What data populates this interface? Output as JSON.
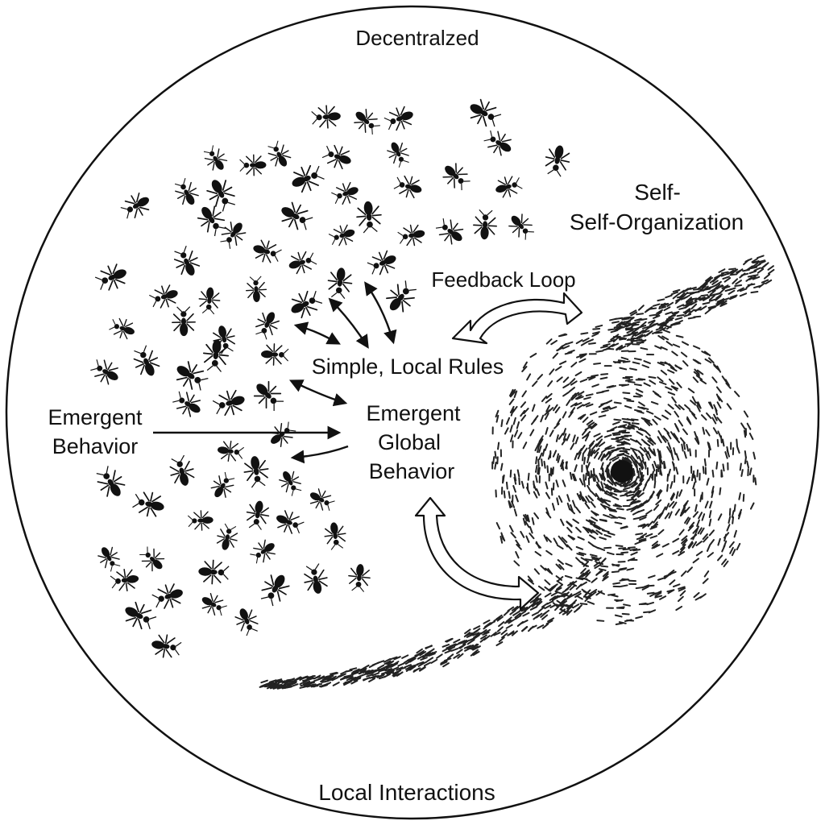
{
  "diagram": {
    "labels": {
      "top": "Decentralzed",
      "bottom": "Local Interactions",
      "self_short": "Self-",
      "self_org": "Self-Organization",
      "feedback": "Feedback Loop",
      "rules": "Simple, Local Rules",
      "emergent_global_1": "Emergent",
      "emergent_global_2": "Global",
      "emergent_global_3": "Behavior",
      "emergent_left_1": "Emergent",
      "emergent_left_2": "Behavior"
    },
    "colors": {
      "ink": "#111111",
      "background": "#ffffff",
      "arrow_fill": "#ffffff"
    },
    "icons": {
      "ant": "ant-icon",
      "swirl": "ant-vortex",
      "arrow": "arrow-icon"
    }
  }
}
